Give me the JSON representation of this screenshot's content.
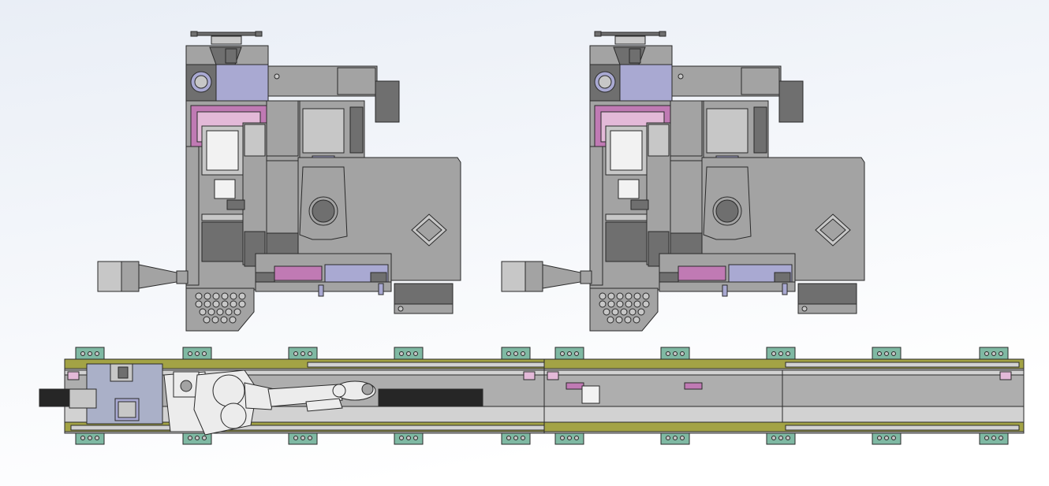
{
  "scene": {
    "label": "",
    "colors": {
      "bg_top": "#e9eef6",
      "bg_bottom": "#ffffff",
      "machine_body": "#a3a3a3",
      "machine_dark": "#6f6f6f",
      "machine_light": "#c7c7c7",
      "lavender": "#a9a9d2",
      "lavender_light": "#c4c4e0",
      "pink": "#c07ab4",
      "pink_light": "#e3b9d8",
      "outline": "#2a2a2a",
      "rail_yellow": "#a3a345",
      "rail_grey": "#aeaeae",
      "rail_dark": "#6a6a6a",
      "foot_green": "#7fb9a3",
      "robot_white": "#ececec",
      "arm_black": "#262626",
      "panel_blue": "#aab0c8"
    },
    "machines": [
      {
        "name": "cnc-machine-left"
      },
      {
        "name": "cnc-machine-right"
      }
    ],
    "track": {
      "name": "linear-track"
    },
    "robot": {
      "name": "robot-arm"
    }
  }
}
